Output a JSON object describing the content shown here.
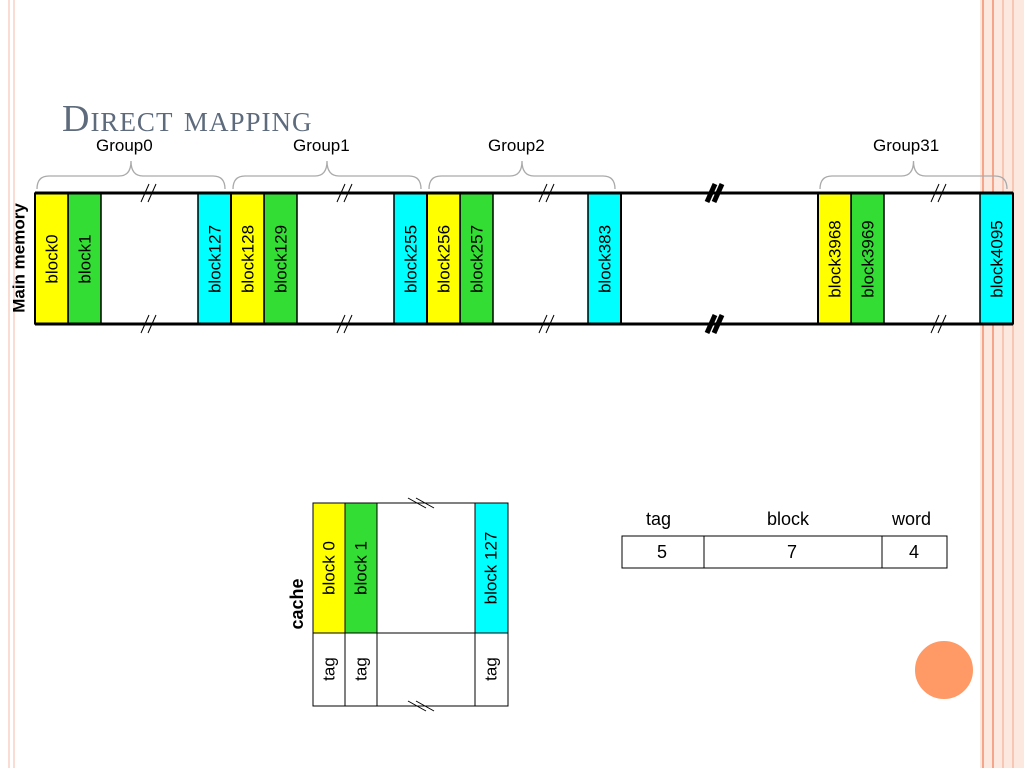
{
  "slide": {
    "title": "Direct mapping"
  },
  "main_memory": {
    "label": "Main memory",
    "groups": [
      {
        "name": "Group0",
        "blocks": [
          "block0",
          "block1",
          "block127"
        ]
      },
      {
        "name": "Group1",
        "blocks": [
          "block128",
          "block129",
          "block255"
        ]
      },
      {
        "name": "Group2",
        "blocks": [
          "block256",
          "block257",
          "block383"
        ]
      },
      {
        "name": "Group31",
        "blocks": [
          "block3968",
          "block3969",
          "block4095"
        ]
      }
    ]
  },
  "cache": {
    "label": "cache",
    "lines": [
      "block 0",
      "block 1",
      "block 127"
    ],
    "tag_label": "tag"
  },
  "address_format": {
    "fields": [
      {
        "name": "tag",
        "bits": "5"
      },
      {
        "name": "block",
        "bits": "7"
      },
      {
        "name": "word",
        "bits": "4"
      }
    ]
  },
  "colors": {
    "first_block": "#ffff00",
    "second_block": "#33dd33",
    "last_block": "#00ffff",
    "title": "#5d6b7d",
    "border_accent": "#f4a58a",
    "decor_circle": "#ff9966"
  }
}
